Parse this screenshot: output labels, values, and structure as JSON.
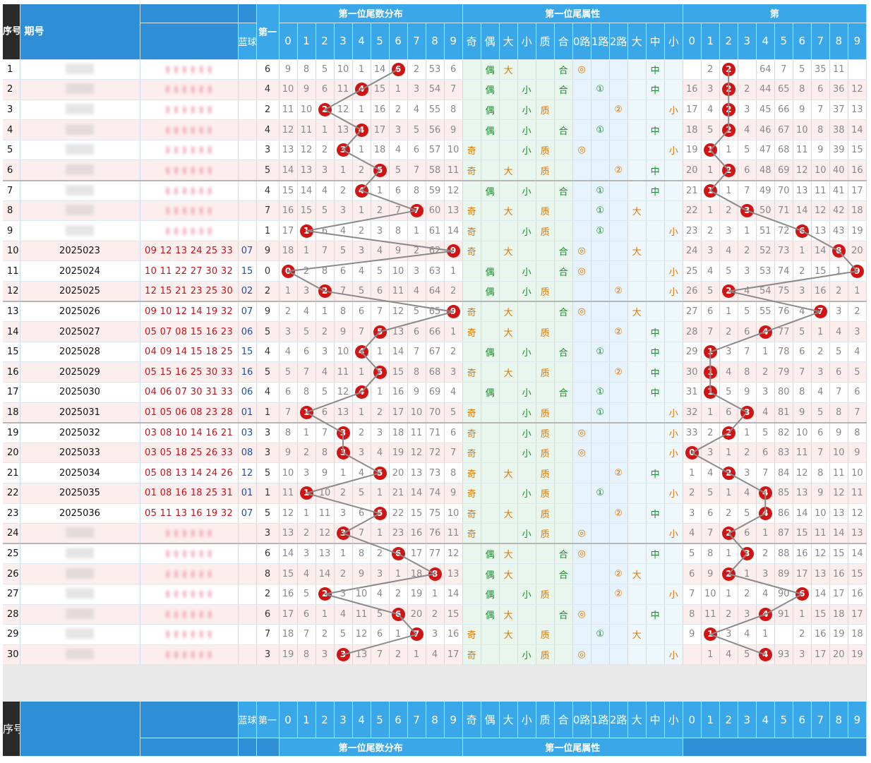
{
  "header": {
    "seq": "序号",
    "period": "期号",
    "blue": "蓝球",
    "first": "第一",
    "dist_title": "第一位尾数分布",
    "attr_title": "第一位尾属性",
    "third_title": "第",
    "digits": [
      "0",
      "1",
      "2",
      "3",
      "4",
      "5",
      "6",
      "7",
      "8",
      "9"
    ],
    "attrs": [
      "奇",
      "偶",
      "大",
      "小",
      "质",
      "合",
      "0路",
      "1路",
      "2路",
      "大",
      "中",
      "小"
    ]
  },
  "rows": [
    {
      "seq": "1",
      "period": "",
      "reds": "",
      "blue": "",
      "first": "6",
      "dist": [
        "9",
        "8",
        "5",
        "10",
        "1",
        "14",
        "",
        "2",
        "53",
        "6"
      ],
      "attr": [
        "",
        "偶",
        "大",
        "",
        "",
        "合",
        "◎",
        "",
        "",
        "",
        "中",
        ""
      ],
      "third": [
        "",
        "2",
        "",
        "",
        "64",
        "7",
        "5",
        "35",
        "11",
        ""
      ],
      "tb": 2
    },
    {
      "seq": "2",
      "period": "",
      "reds": "",
      "blue": "",
      "first": "4",
      "dist": [
        "10",
        "9",
        "6",
        "11",
        "",
        "15",
        "1",
        "3",
        "54",
        "7"
      ],
      "attr": [
        "",
        "偶",
        "",
        "小",
        "",
        "合",
        "",
        "①",
        "",
        "",
        "中",
        ""
      ],
      "third": [
        "16",
        "3",
        "",
        "2",
        "44",
        "65",
        "8",
        "6",
        "36",
        "12"
      ],
      "tb": 2
    },
    {
      "seq": "3",
      "period": "",
      "reds": "",
      "blue": "",
      "first": "2",
      "dist": [
        "11",
        "10",
        "",
        "12",
        "1",
        "16",
        "2",
        "4",
        "55",
        "8"
      ],
      "attr": [
        "",
        "偶",
        "",
        "小",
        "质",
        "",
        "",
        "",
        "②",
        "",
        "",
        "小"
      ],
      "third": [
        "17",
        "4",
        "",
        "3",
        "45",
        "66",
        "9",
        "7",
        "37",
        "13"
      ],
      "tb": 2
    },
    {
      "seq": "4",
      "period": "",
      "reds": "",
      "blue": "",
      "first": "4",
      "dist": [
        "12",
        "11",
        "1",
        "13",
        "",
        "17",
        "3",
        "5",
        "56",
        "9"
      ],
      "attr": [
        "",
        "偶",
        "",
        "小",
        "",
        "合",
        "",
        "①",
        "",
        "",
        "中",
        ""
      ],
      "third": [
        "18",
        "5",
        "",
        "4",
        "46",
        "67",
        "10",
        "8",
        "38",
        "14"
      ],
      "tb": 2
    },
    {
      "seq": "5",
      "period": "",
      "reds": "",
      "blue": "",
      "first": "3",
      "dist": [
        "13",
        "12",
        "2",
        "",
        "1",
        "18",
        "4",
        "6",
        "57",
        "10"
      ],
      "attr": [
        "奇",
        "",
        "",
        "小",
        "质",
        "",
        "◎",
        "",
        "",
        "",
        "",
        "小"
      ],
      "third": [
        "19",
        "",
        "1",
        "5",
        "47",
        "68",
        "11",
        "9",
        "39",
        "15"
      ],
      "tb": 1
    },
    {
      "seq": "6",
      "period": "",
      "reds": "",
      "blue": "",
      "first": "5",
      "dist": [
        "14",
        "13",
        "3",
        "1",
        "2",
        "",
        "5",
        "7",
        "58",
        "11"
      ],
      "attr": [
        "奇",
        "",
        "大",
        "",
        "质",
        "",
        "",
        "",
        "②",
        "",
        "中",
        ""
      ],
      "third": [
        "20",
        "1",
        "",
        "6",
        "48",
        "69",
        "12",
        "10",
        "40",
        "16"
      ],
      "tb": 2
    },
    {
      "seq": "7",
      "period": "",
      "reds": "",
      "blue": "",
      "first": "4",
      "dist": [
        "15",
        "14",
        "4",
        "2",
        "",
        "1",
        "6",
        "8",
        "59",
        "12"
      ],
      "attr": [
        "",
        "偶",
        "",
        "小",
        "",
        "合",
        "",
        "①",
        "",
        "",
        "中",
        ""
      ],
      "third": [
        "21",
        "",
        "1",
        "7",
        "49",
        "70",
        "13",
        "11",
        "41",
        "17"
      ],
      "tb": 1
    },
    {
      "seq": "8",
      "period": "",
      "reds": "",
      "blue": "",
      "first": "7",
      "dist": [
        "16",
        "15",
        "5",
        "3",
        "1",
        "2",
        "7",
        "",
        "60",
        "13"
      ],
      "attr": [
        "奇",
        "",
        "大",
        "",
        "质",
        "",
        "",
        "①",
        "",
        "大",
        "",
        ""
      ],
      "third": [
        "22",
        "1",
        "2",
        "",
        "50",
        "71",
        "14",
        "12",
        "42",
        "18"
      ],
      "tb": 3
    },
    {
      "seq": "9",
      "period": "",
      "reds": "",
      "blue": "",
      "first": "1",
      "dist": [
        "17",
        "",
        "6",
        "4",
        "2",
        "3",
        "8",
        "1",
        "61",
        "14"
      ],
      "attr": [
        "奇",
        "",
        "",
        "小",
        "质",
        "",
        "",
        "①",
        "",
        "",
        "",
        "小"
      ],
      "third": [
        "23",
        "2",
        "3",
        "1",
        "51",
        "72",
        "",
        "13",
        "43",
        "19"
      ],
      "tb": 6
    },
    {
      "seq": "10",
      "period": "2025023",
      "reds": "09 12 13 24 25 33",
      "blue": "07",
      "first": "9",
      "dist": [
        "18",
        "1",
        "7",
        "5",
        "3",
        "4",
        "9",
        "2",
        "62",
        ""
      ],
      "attr": [
        "奇",
        "",
        "大",
        "",
        "",
        "合",
        "◎",
        "",
        "",
        "大",
        "",
        ""
      ],
      "third": [
        "24",
        "3",
        "4",
        "2",
        "52",
        "73",
        "1",
        "14",
        "",
        "20"
      ],
      "tb": 8
    },
    {
      "seq": "11",
      "period": "2025024",
      "reds": "10 11 22 27 30 32",
      "blue": "15",
      "first": "0",
      "dist": [
        "",
        "2",
        "8",
        "6",
        "4",
        "5",
        "10",
        "3",
        "63",
        "1"
      ],
      "attr": [
        "",
        "偶",
        "",
        "小",
        "",
        "合",
        "◎",
        "",
        "",
        "",
        "",
        "小"
      ],
      "third": [
        "25",
        "4",
        "5",
        "3",
        "53",
        "74",
        "2",
        "15",
        "1",
        ""
      ],
      "tb": 9
    },
    {
      "seq": "12",
      "period": "2025025",
      "reds": "12 15 21 23 25 30",
      "blue": "02",
      "first": "2",
      "dist": [
        "1",
        "3",
        "",
        "7",
        "5",
        "6",
        "11",
        "4",
        "64",
        "2"
      ],
      "attr": [
        "",
        "偶",
        "",
        "小",
        "质",
        "",
        "",
        "",
        "②",
        "",
        "",
        "小"
      ],
      "third": [
        "26",
        "5",
        "",
        "4",
        "54",
        "75",
        "3",
        "16",
        "2",
        "1"
      ],
      "tb": 2
    },
    {
      "seq": "13",
      "period": "2025026",
      "reds": "09 10 12 14 19 32",
      "blue": "07",
      "first": "9",
      "dist": [
        "2",
        "4",
        "1",
        "8",
        "6",
        "7",
        "12",
        "5",
        "65",
        ""
      ],
      "attr": [
        "奇",
        "",
        "大",
        "",
        "",
        "合",
        "◎",
        "",
        "",
        "大",
        "",
        ""
      ],
      "third": [
        "27",
        "6",
        "1",
        "5",
        "55",
        "76",
        "4",
        "",
        "3",
        "2"
      ],
      "tb": 7
    },
    {
      "seq": "14",
      "period": "2025027",
      "reds": "05 07 08 15 16 23",
      "blue": "06",
      "first": "5",
      "dist": [
        "3",
        "5",
        "2",
        "9",
        "7",
        "",
        "13",
        "6",
        "66",
        "1"
      ],
      "attr": [
        "奇",
        "",
        "大",
        "",
        "质",
        "",
        "",
        "",
        "②",
        "",
        "中",
        ""
      ],
      "third": [
        "28",
        "7",
        "2",
        "6",
        "",
        "77",
        "5",
        "1",
        "4",
        "3"
      ],
      "tb": 4
    },
    {
      "seq": "15",
      "period": "2025028",
      "reds": "04 09 14 15 18 25",
      "blue": "15",
      "first": "4",
      "dist": [
        "4",
        "6",
        "3",
        "10",
        "",
        "1",
        "14",
        "7",
        "67",
        "2"
      ],
      "attr": [
        "",
        "偶",
        "",
        "小",
        "",
        "合",
        "",
        "①",
        "",
        "",
        "中",
        ""
      ],
      "third": [
        "29",
        "",
        "3",
        "7",
        "1",
        "78",
        "6",
        "2",
        "5",
        "4"
      ],
      "tb": 1
    },
    {
      "seq": "16",
      "period": "2025029",
      "reds": "05 15 16 25 30 33",
      "blue": "16",
      "first": "5",
      "dist": [
        "5",
        "7",
        "4",
        "11",
        "1",
        "",
        "15",
        "8",
        "68",
        "3"
      ],
      "attr": [
        "奇",
        "",
        "大",
        "",
        "质",
        "",
        "",
        "",
        "②",
        "",
        "中",
        ""
      ],
      "third": [
        "30",
        "",
        "4",
        "8",
        "2",
        "79",
        "7",
        "3",
        "6",
        "5"
      ],
      "tb": 1
    },
    {
      "seq": "17",
      "period": "2025030",
      "reds": "04 06 07 30 31 33",
      "blue": "06",
      "first": "4",
      "dist": [
        "6",
        "8",
        "5",
        "12",
        "",
        "1",
        "16",
        "9",
        "69",
        "4"
      ],
      "attr": [
        "",
        "偶",
        "",
        "小",
        "",
        "合",
        "",
        "①",
        "",
        "",
        "中",
        ""
      ],
      "third": [
        "31",
        "",
        "5",
        "9",
        "3",
        "80",
        "8",
        "4",
        "7",
        "6"
      ],
      "tb": 1
    },
    {
      "seq": "18",
      "period": "2025031",
      "reds": "01 05 06 08 23 28",
      "blue": "01",
      "first": "1",
      "dist": [
        "7",
        "",
        "6",
        "13",
        "1",
        "2",
        "17",
        "10",
        "70",
        "5"
      ],
      "attr": [
        "奇",
        "",
        "",
        "小",
        "质",
        "",
        "",
        "①",
        "",
        "",
        "",
        "小"
      ],
      "third": [
        "32",
        "1",
        "6",
        "",
        "4",
        "81",
        "9",
        "5",
        "8",
        "7"
      ],
      "tb": 3
    },
    {
      "seq": "19",
      "period": "2025032",
      "reds": "03 08 10 14 16 21",
      "blue": "03",
      "first": "3",
      "dist": [
        "8",
        "1",
        "7",
        "",
        "2",
        "3",
        "18",
        "11",
        "71",
        "6"
      ],
      "attr": [
        "奇",
        "",
        "",
        "小",
        "质",
        "",
        "◎",
        "",
        "",
        "",
        "",
        "小"
      ],
      "third": [
        "33",
        "2",
        "",
        "1",
        "5",
        "82",
        "10",
        "6",
        "9",
        "8"
      ],
      "tb": 2
    },
    {
      "seq": "20",
      "period": "2025033",
      "reds": "03 05 18 25 26 33",
      "blue": "08",
      "first": "3",
      "dist": [
        "9",
        "2",
        "8",
        "",
        "3",
        "4",
        "19",
        "12",
        "72",
        "7"
      ],
      "attr": [
        "奇",
        "",
        "",
        "小",
        "质",
        "",
        "◎",
        "",
        "",
        "",
        "",
        "小"
      ],
      "third": [
        "",
        "3",
        "1",
        "2",
        "6",
        "83",
        "11",
        "7",
        "10",
        "9"
      ],
      "tb": 0
    },
    {
      "seq": "21",
      "period": "2025034",
      "reds": "05 08 13 14 24 26",
      "blue": "12",
      "first": "5",
      "dist": [
        "10",
        "3",
        "9",
        "1",
        "4",
        "",
        "20",
        "13",
        "73",
        "8"
      ],
      "attr": [
        "奇",
        "",
        "大",
        "",
        "质",
        "",
        "",
        "",
        "②",
        "",
        "中",
        ""
      ],
      "third": [
        "1",
        "4",
        "",
        "3",
        "7",
        "84",
        "12",
        "8",
        "11",
        "10"
      ],
      "tb": 2
    },
    {
      "seq": "22",
      "period": "2025035",
      "reds": "01 08 16 18 25 31",
      "blue": "01",
      "first": "1",
      "dist": [
        "11",
        "",
        "10",
        "2",
        "5",
        "1",
        "21",
        "14",
        "74",
        "9"
      ],
      "attr": [
        "奇",
        "",
        "",
        "小",
        "质",
        "",
        "",
        "①",
        "",
        "",
        "",
        "小"
      ],
      "third": [
        "2",
        "5",
        "1",
        "4",
        "",
        "85",
        "13",
        "9",
        "12",
        "11"
      ],
      "tb": 4
    },
    {
      "seq": "23",
      "period": "2025036",
      "reds": "05 11 13 16 19 32",
      "blue": "07",
      "first": "5",
      "dist": [
        "12",
        "1",
        "11",
        "3",
        "6",
        "",
        "22",
        "15",
        "75",
        "10"
      ],
      "attr": [
        "奇",
        "",
        "大",
        "",
        "质",
        "",
        "",
        "",
        "②",
        "",
        "中",
        ""
      ],
      "third": [
        "3",
        "6",
        "2",
        "5",
        "",
        "86",
        "14",
        "10",
        "13",
        "12"
      ],
      "tb": 4
    },
    {
      "seq": "24",
      "period": "",
      "reds": "",
      "blue": "",
      "first": "3",
      "dist": [
        "13",
        "2",
        "12",
        "",
        "7",
        "1",
        "23",
        "16",
        "76",
        "11"
      ],
      "attr": [
        "奇",
        "",
        "",
        "小",
        "质",
        "",
        "◎",
        "",
        "",
        "",
        "",
        "小"
      ],
      "third": [
        "4",
        "7",
        "",
        "6",
        "1",
        "87",
        "15",
        "11",
        "14",
        "13"
      ],
      "tb": 2
    },
    {
      "seq": "25",
      "period": "",
      "reds": "",
      "blue": "",
      "first": "6",
      "dist": [
        "14",
        "3",
        "13",
        "1",
        "8",
        "2",
        "",
        "17",
        "77",
        "12"
      ],
      "attr": [
        "",
        "偶",
        "大",
        "",
        "",
        "合",
        "◎",
        "",
        "",
        "",
        "中",
        ""
      ],
      "third": [
        "5",
        "8",
        "1",
        "",
        "2",
        "88",
        "16",
        "12",
        "15",
        "14"
      ],
      "tb": 3
    },
    {
      "seq": "26",
      "period": "",
      "reds": "",
      "blue": "",
      "first": "8",
      "dist": [
        "15",
        "4",
        "14",
        "2",
        "9",
        "3",
        "1",
        "18",
        "",
        "13"
      ],
      "attr": [
        "",
        "偶",
        "大",
        "",
        "",
        "合",
        "",
        "",
        "②",
        "大",
        "",
        ""
      ],
      "third": [
        "6",
        "9",
        "",
        "1",
        "3",
        "89",
        "17",
        "13",
        "16",
        "15"
      ],
      "tb": 2
    },
    {
      "seq": "27",
      "period": "",
      "reds": "",
      "blue": "",
      "first": "2",
      "dist": [
        "16",
        "5",
        "",
        "3",
        "10",
        "4",
        "2",
        "19",
        "1",
        "14"
      ],
      "attr": [
        "",
        "偶",
        "",
        "小",
        "质",
        "",
        "",
        "",
        "②",
        "",
        "",
        "小"
      ],
      "third": [
        "7",
        "10",
        "1",
        "2",
        "4",
        "90",
        "",
        "14",
        "17",
        "16"
      ],
      "tb": 6
    },
    {
      "seq": "28",
      "period": "",
      "reds": "",
      "blue": "",
      "first": "6",
      "dist": [
        "17",
        "6",
        "1",
        "4",
        "11",
        "5",
        "",
        "20",
        "2",
        "15"
      ],
      "attr": [
        "",
        "偶",
        "大",
        "",
        "",
        "合",
        "◎",
        "",
        "",
        "",
        "中",
        ""
      ],
      "third": [
        "8",
        "11",
        "2",
        "3",
        "",
        "91",
        "1",
        "15",
        "18",
        "17"
      ],
      "tb": 4
    },
    {
      "seq": "29",
      "period": "",
      "reds": "",
      "blue": "",
      "first": "7",
      "dist": [
        "18",
        "7",
        "2",
        "5",
        "12",
        "6",
        "1",
        "",
        "3",
        "16"
      ],
      "attr": [
        "奇",
        "",
        "大",
        "",
        "质",
        "",
        "",
        "①",
        "",
        "大",
        "",
        ""
      ],
      "third": [
        "9",
        "",
        "3",
        "4",
        "1",
        "",
        "2",
        "16",
        "19",
        "18"
      ],
      "tb": 1
    },
    {
      "seq": "30",
      "period": "",
      "reds": "",
      "blue": "",
      "first": "3",
      "dist": [
        "19",
        "8",
        "3",
        "",
        "13",
        "7",
        "2",
        "1",
        "4",
        "17"
      ],
      "attr": [
        "奇",
        "",
        "",
        "小",
        "质",
        "",
        "◎",
        "",
        "",
        "",
        "",
        "小"
      ],
      "third": [
        "",
        "1",
        "4",
        "5",
        "",
        "93",
        "3",
        "17",
        "20",
        "19"
      ],
      "tb": 4
    }
  ]
}
